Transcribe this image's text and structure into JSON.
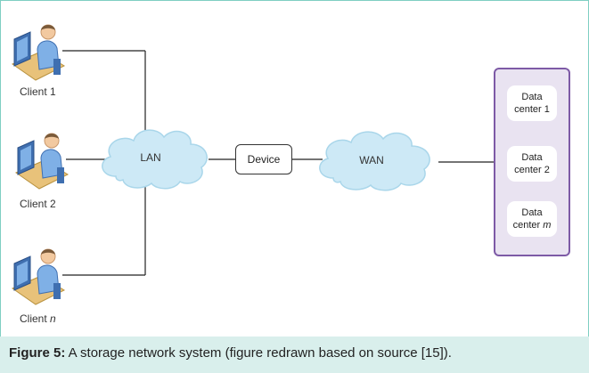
{
  "clients": [
    {
      "label": "Client 1"
    },
    {
      "label": "Client 2"
    },
    {
      "label_prefix": "Client",
      "label_var": "n"
    }
  ],
  "networks": {
    "lan": "LAN",
    "wan": "WAN"
  },
  "device": {
    "label": "Device"
  },
  "data_centers": [
    {
      "line1": "Data",
      "line2_prefix": "center 1",
      "line2_var": ""
    },
    {
      "line1": "Data",
      "line2_prefix": "center 2",
      "line2_var": ""
    },
    {
      "line1": "Data",
      "line2_prefix": "center",
      "line2_var": "m"
    }
  ],
  "caption": {
    "label": "Figure 5:",
    "text": " A storage network system (figure redrawn based on source [15])."
  },
  "colors": {
    "frame": "#7fcfc2",
    "cloud_fill": "#cde9f6",
    "cloud_stroke": "#a9d6ea",
    "panel_fill": "#e9e3f1",
    "panel_border": "#7d5aa6",
    "caption_bg": "#d9efec"
  }
}
